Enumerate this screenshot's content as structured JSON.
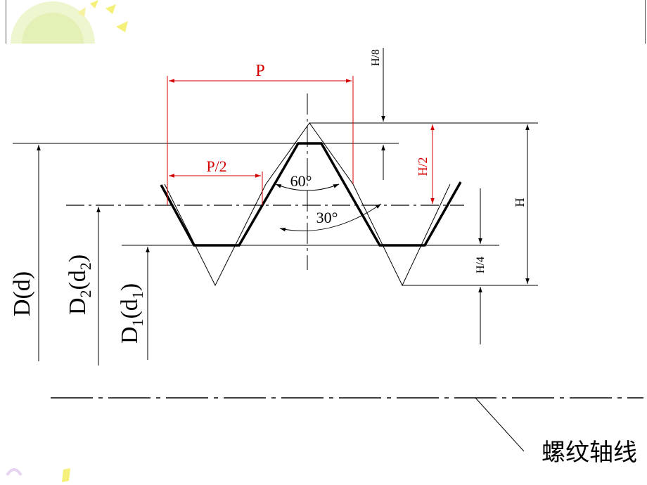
{
  "diagram": {
    "labels": {
      "pitch": "P",
      "half_pitch": "P/2",
      "angle_60": "60°",
      "angle_30": "30°",
      "h_over_8": "H/8",
      "h_over_2": "H/2",
      "h": "H",
      "h_over_4": "H/4",
      "major_base": "D(d)",
      "pitch_base": "D",
      "pitch_sub": "2",
      "pitch_paren": "(d",
      "pitch_sub2": "2",
      "pitch_close": ")",
      "minor_base": "D",
      "minor_sub": "1",
      "minor_paren": "(d",
      "minor_sub2": "1",
      "minor_close": ")",
      "axis": "螺纹轴线"
    },
    "colors": {
      "line": "#000000",
      "dimension_red": "#d40000",
      "background": "#ffffff",
      "deco_yellow": "#f2f07a",
      "deco_green": "#e8f4c8"
    }
  }
}
